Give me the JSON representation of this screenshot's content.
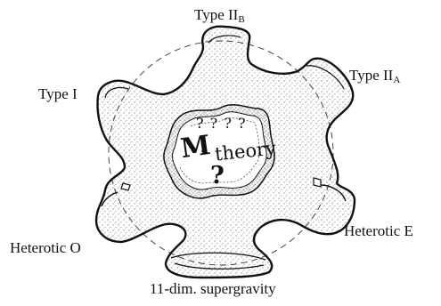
{
  "labels": {
    "top": {
      "main": "Type II",
      "sub": "B"
    },
    "upper_right": {
      "main": "Type II",
      "sub": "A"
    },
    "left": "Type I",
    "lower_left": "Heterotic O",
    "lower_right": "Heterotic E",
    "bottom": "11-dim. supergravity"
  },
  "center": {
    "m": "M",
    "dash": "-",
    "rest": "theory",
    "question_row": "? ? ? ?",
    "question_big": "?"
  },
  "colors": {
    "ink": "#111111",
    "background": "#ffffff"
  }
}
